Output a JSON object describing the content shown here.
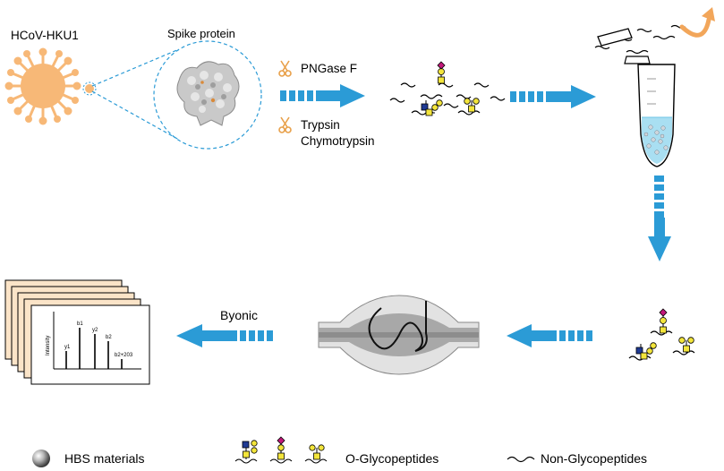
{
  "virus_label": "HCoV-HKU1",
  "spike_label": "Spike protein",
  "enzymes": {
    "pngase": "PNGase F",
    "trypsin": "Trypsin",
    "chymotrypsin": "Chymotrypsin"
  },
  "software_label": "Byonic",
  "spectrum": {
    "ylabel": "Intensity",
    "peaks": [
      {
        "label": "y1"
      },
      {
        "label": "b1"
      },
      {
        "label": "y2"
      },
      {
        "label": "b2"
      },
      {
        "label": "b2+203"
      }
    ]
  },
  "legend": {
    "hbs": "HBS materials",
    "oglyco": "O-Glycopeptides",
    "nonglyco": "Non-Glycopeptides"
  },
  "colors": {
    "arrow_blue": "#2b9bd6",
    "virus_orange": "#f7b877",
    "scissors_orange": "#e8a04a",
    "curl_arrow": "#f2a65a",
    "galnac_yellow": "#f3e53b",
    "glcnac_blue": "#1f3a93",
    "sialic_magenta": "#c2187a",
    "paper_peach": "#fbe4c8"
  }
}
